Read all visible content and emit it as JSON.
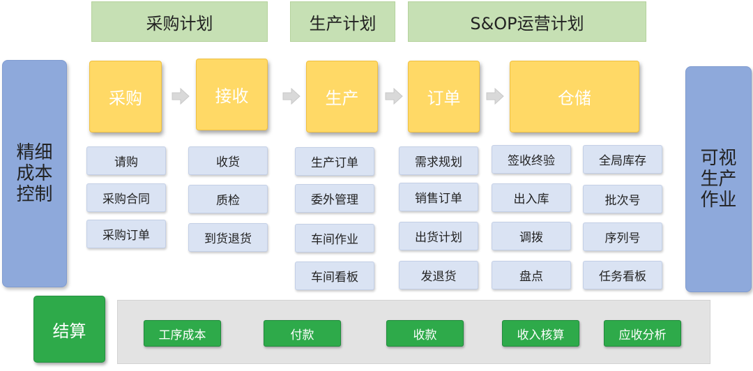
{
  "plans": {
    "purchase": "采购计划",
    "production": "生产计划",
    "sop": "S&OP运营计划"
  },
  "left_side": [
    "精细",
    "成本",
    "控制"
  ],
  "right_side": [
    "可视",
    "生产",
    "作业"
  ],
  "modules": {
    "purchase": "采购",
    "receive": "接收",
    "produce": "生产",
    "order": "订单",
    "warehouse": "仓储"
  },
  "subs": {
    "purchase": [
      "请购",
      "采购合同",
      "采购订单"
    ],
    "receive": [
      "收货",
      "质检",
      "到货退货"
    ],
    "produce": [
      "生产订单",
      "委外管理",
      "车间作业",
      "车间看板"
    ],
    "order": [
      "需求规划",
      "销售订单",
      "出货计划",
      "发退货"
    ],
    "warehouse_a": [
      "签收终验",
      "出入库",
      "调拨",
      "盘点"
    ],
    "warehouse_b": [
      "全局库存",
      "批次号",
      "序列号",
      "任务看板"
    ]
  },
  "settlement": {
    "label": "结算",
    "items": [
      "工序成本",
      "付款",
      "收款",
      "收入核算",
      "应收分析"
    ]
  },
  "colors": {
    "plan": "#c6e0b4",
    "side": "#8ea9db",
    "module": "#ffd966",
    "sub": "#dae3f3",
    "settle": "#2eaa4a",
    "band": "#e3e3e3",
    "arrow": "#d9d9d9"
  }
}
